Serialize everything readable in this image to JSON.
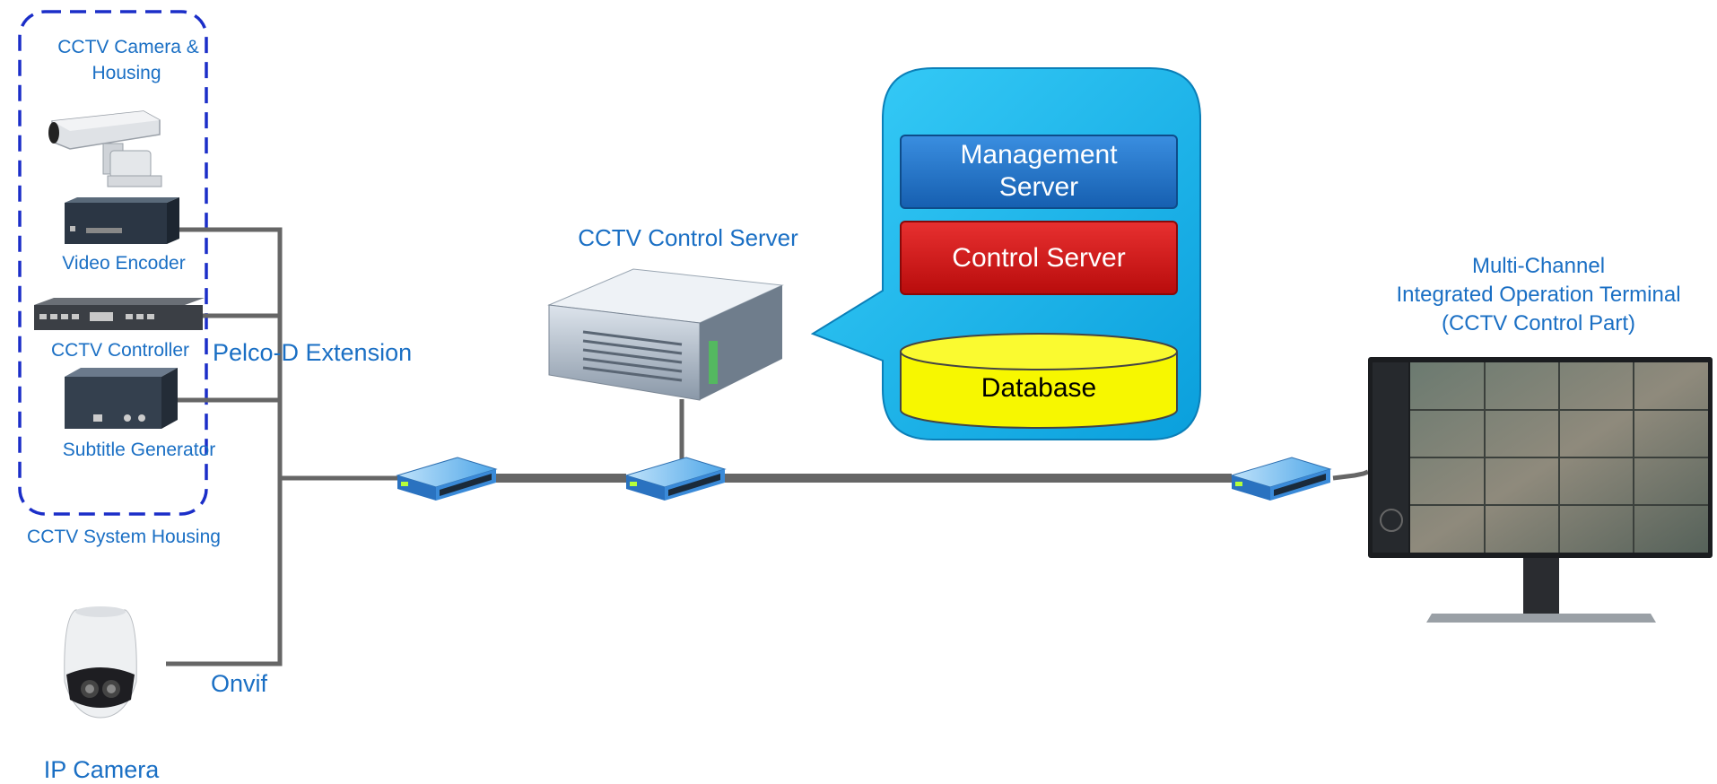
{
  "labels": {
    "camera_housing_line1": "CCTV  Camera &",
    "camera_housing_line2": "Housing",
    "video_encoder": "Video Encoder",
    "cctv_controller": "CCTV  Controller",
    "pelco_d": "Pelco-D Extension",
    "subtitle_generator": "Subtitle Generator",
    "system_housing": "CCTV  System Housing",
    "onvif": "Onvif",
    "ip_camera": "IP Camera",
    "control_server_title": "CCTV Control Server",
    "management_server_line1": "Management",
    "management_server_line2": "Server",
    "control_server": "Control Server",
    "database": "Database",
    "terminal_line1": "Multi-Channel",
    "terminal_line2": "Integrated Operation Terminal",
    "terminal_line3": "(CCTV Control Part)"
  },
  "colors": {
    "label_blue": "#1a6fc4",
    "dashed_border": "#1b2ec8",
    "line_gray": "#666666",
    "callout_blue": "#0bb3f0",
    "management_blue": "#1e72c8",
    "control_red": "#d41414",
    "database_yellow": "#f7f700"
  }
}
